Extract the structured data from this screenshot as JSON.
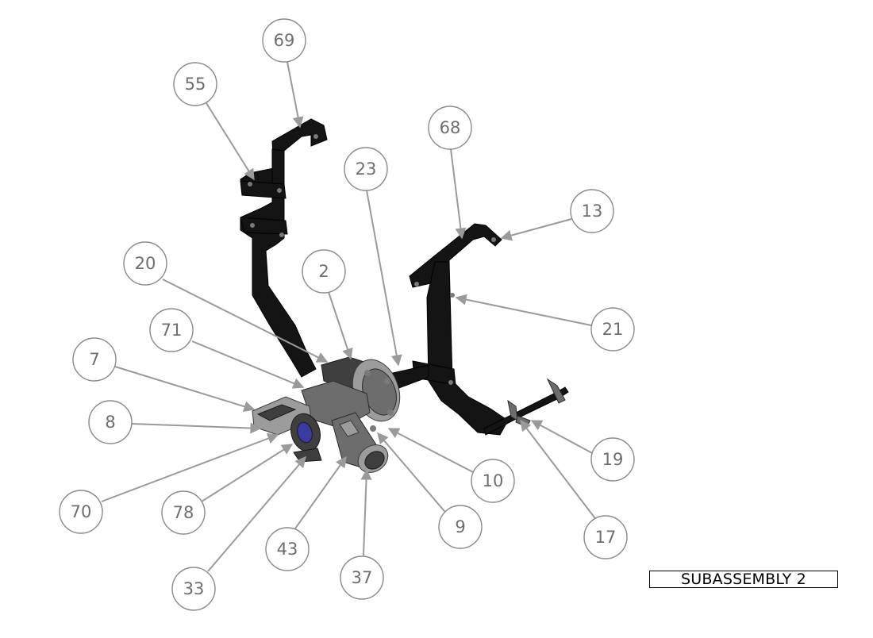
{
  "title": "SUBASSEMBLY 2",
  "balloons": [
    {
      "id": "b69",
      "label": "69"
    },
    {
      "id": "b55",
      "label": "55"
    },
    {
      "id": "b68",
      "label": "68"
    },
    {
      "id": "b23",
      "label": "23"
    },
    {
      "id": "b13",
      "label": "13"
    },
    {
      "id": "b20",
      "label": "20"
    },
    {
      "id": "b2",
      "label": "2"
    },
    {
      "id": "b21",
      "label": "21"
    },
    {
      "id": "b71",
      "label": "71"
    },
    {
      "id": "b7",
      "label": "7"
    },
    {
      "id": "b8",
      "label": "8"
    },
    {
      "id": "b19",
      "label": "19"
    },
    {
      "id": "b10",
      "label": "10"
    },
    {
      "id": "b9",
      "label": "9"
    },
    {
      "id": "b17",
      "label": "17"
    },
    {
      "id": "b70",
      "label": "70"
    },
    {
      "id": "b78",
      "label": "78"
    },
    {
      "id": "b43",
      "label": "43"
    },
    {
      "id": "b33",
      "label": "33"
    },
    {
      "id": "b37",
      "label": "37"
    }
  ],
  "colors": {
    "balloon_stroke": "#8a8a8a",
    "balloon_text": "#6e6e6e",
    "bracket": "#141414",
    "casting": "#6d6d6d"
  }
}
